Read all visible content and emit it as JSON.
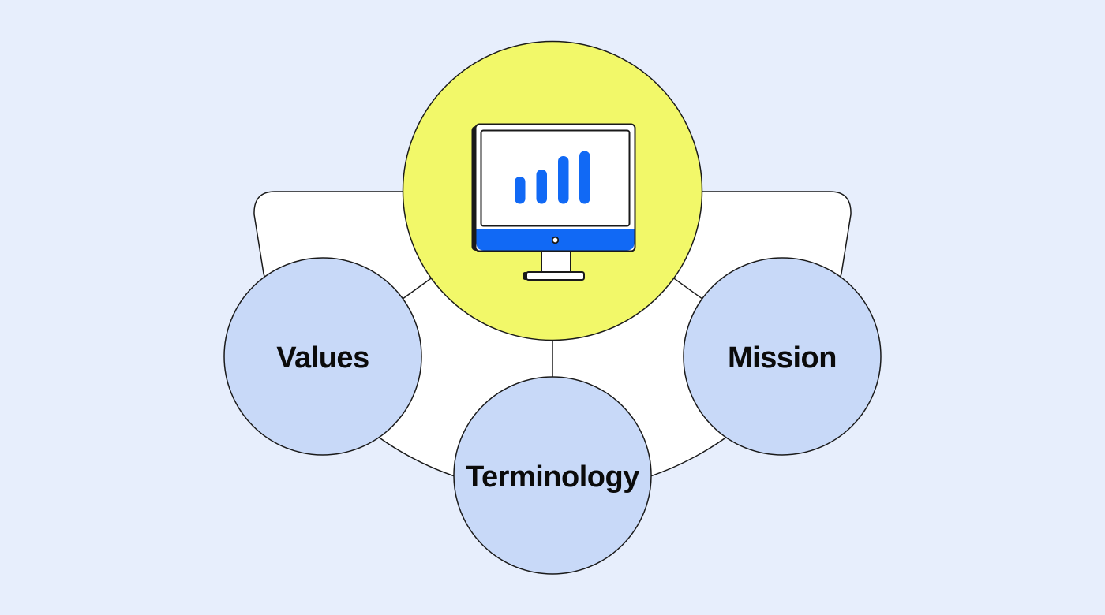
{
  "diagram": {
    "title": "",
    "hub": {
      "icon": "monitor-bar-chart-icon",
      "description_labels": []
    },
    "nodes": [
      {
        "id": "values",
        "label": "Values"
      },
      {
        "id": "mission",
        "label": "Mission"
      },
      {
        "id": "terminology",
        "label": "Terminology"
      }
    ],
    "colors": {
      "background": "#e7eefc",
      "fan_fill": "#ffffff",
      "node_fill": "#c8d9f8",
      "hub_fill": "#f2f869",
      "accent_blue": "#1169f5",
      "outline": "#1a1a1a",
      "monitor_fill": "#ffffff",
      "text": "#0b0b0b"
    }
  }
}
